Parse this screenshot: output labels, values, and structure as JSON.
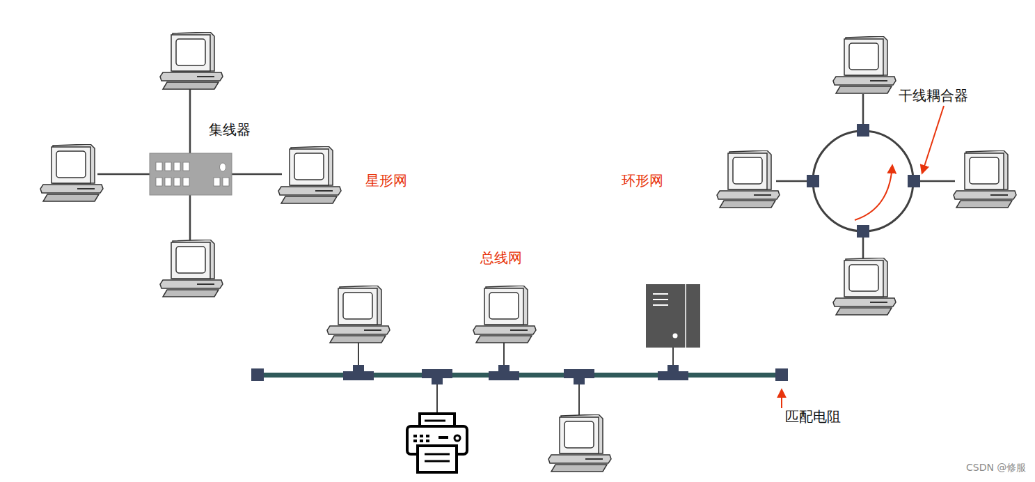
{
  "diagram": {
    "nodes": [
      {
        "text": [
          "集线器"
        ]
      }
    ],
    "labels": [
      "干线耦合器",
      "星形网",
      "环形网",
      "总线网",
      "匹配电阻",
      "CSDN @修服"
    ]
  }
}
